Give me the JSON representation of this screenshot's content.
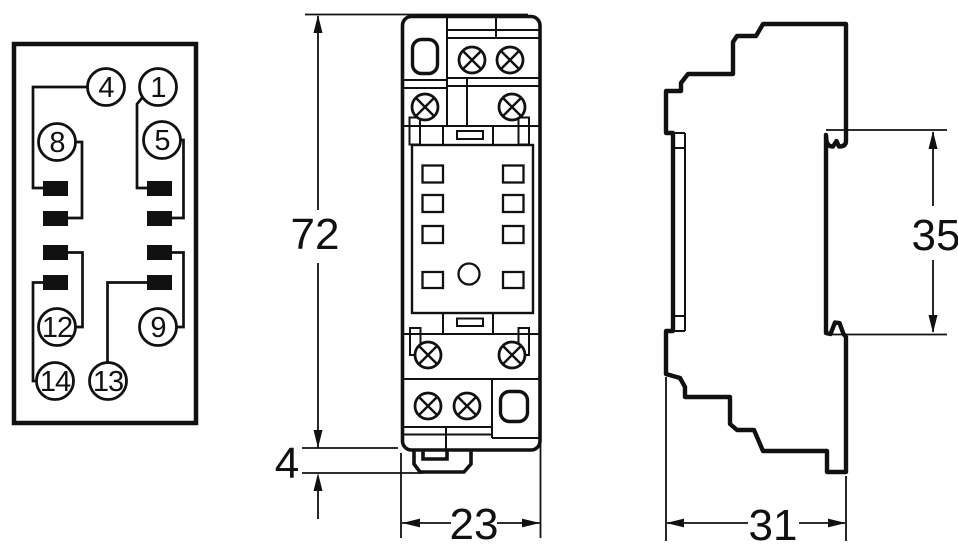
{
  "colors": {
    "ink": "#111111",
    "background": "#ffffff"
  },
  "terminal_diagram": {
    "pins": [
      {
        "label": "4"
      },
      {
        "label": "1"
      },
      {
        "label": "8"
      },
      {
        "label": "5"
      },
      {
        "label": "12"
      },
      {
        "label": "9"
      },
      {
        "label": "14"
      },
      {
        "label": "13"
      }
    ]
  },
  "front_view": {
    "dimensions": {
      "height": "72",
      "latch_depth": "4",
      "width": "23"
    }
  },
  "side_view": {
    "dimensions": {
      "rail_window": "35",
      "depth": "31"
    }
  }
}
